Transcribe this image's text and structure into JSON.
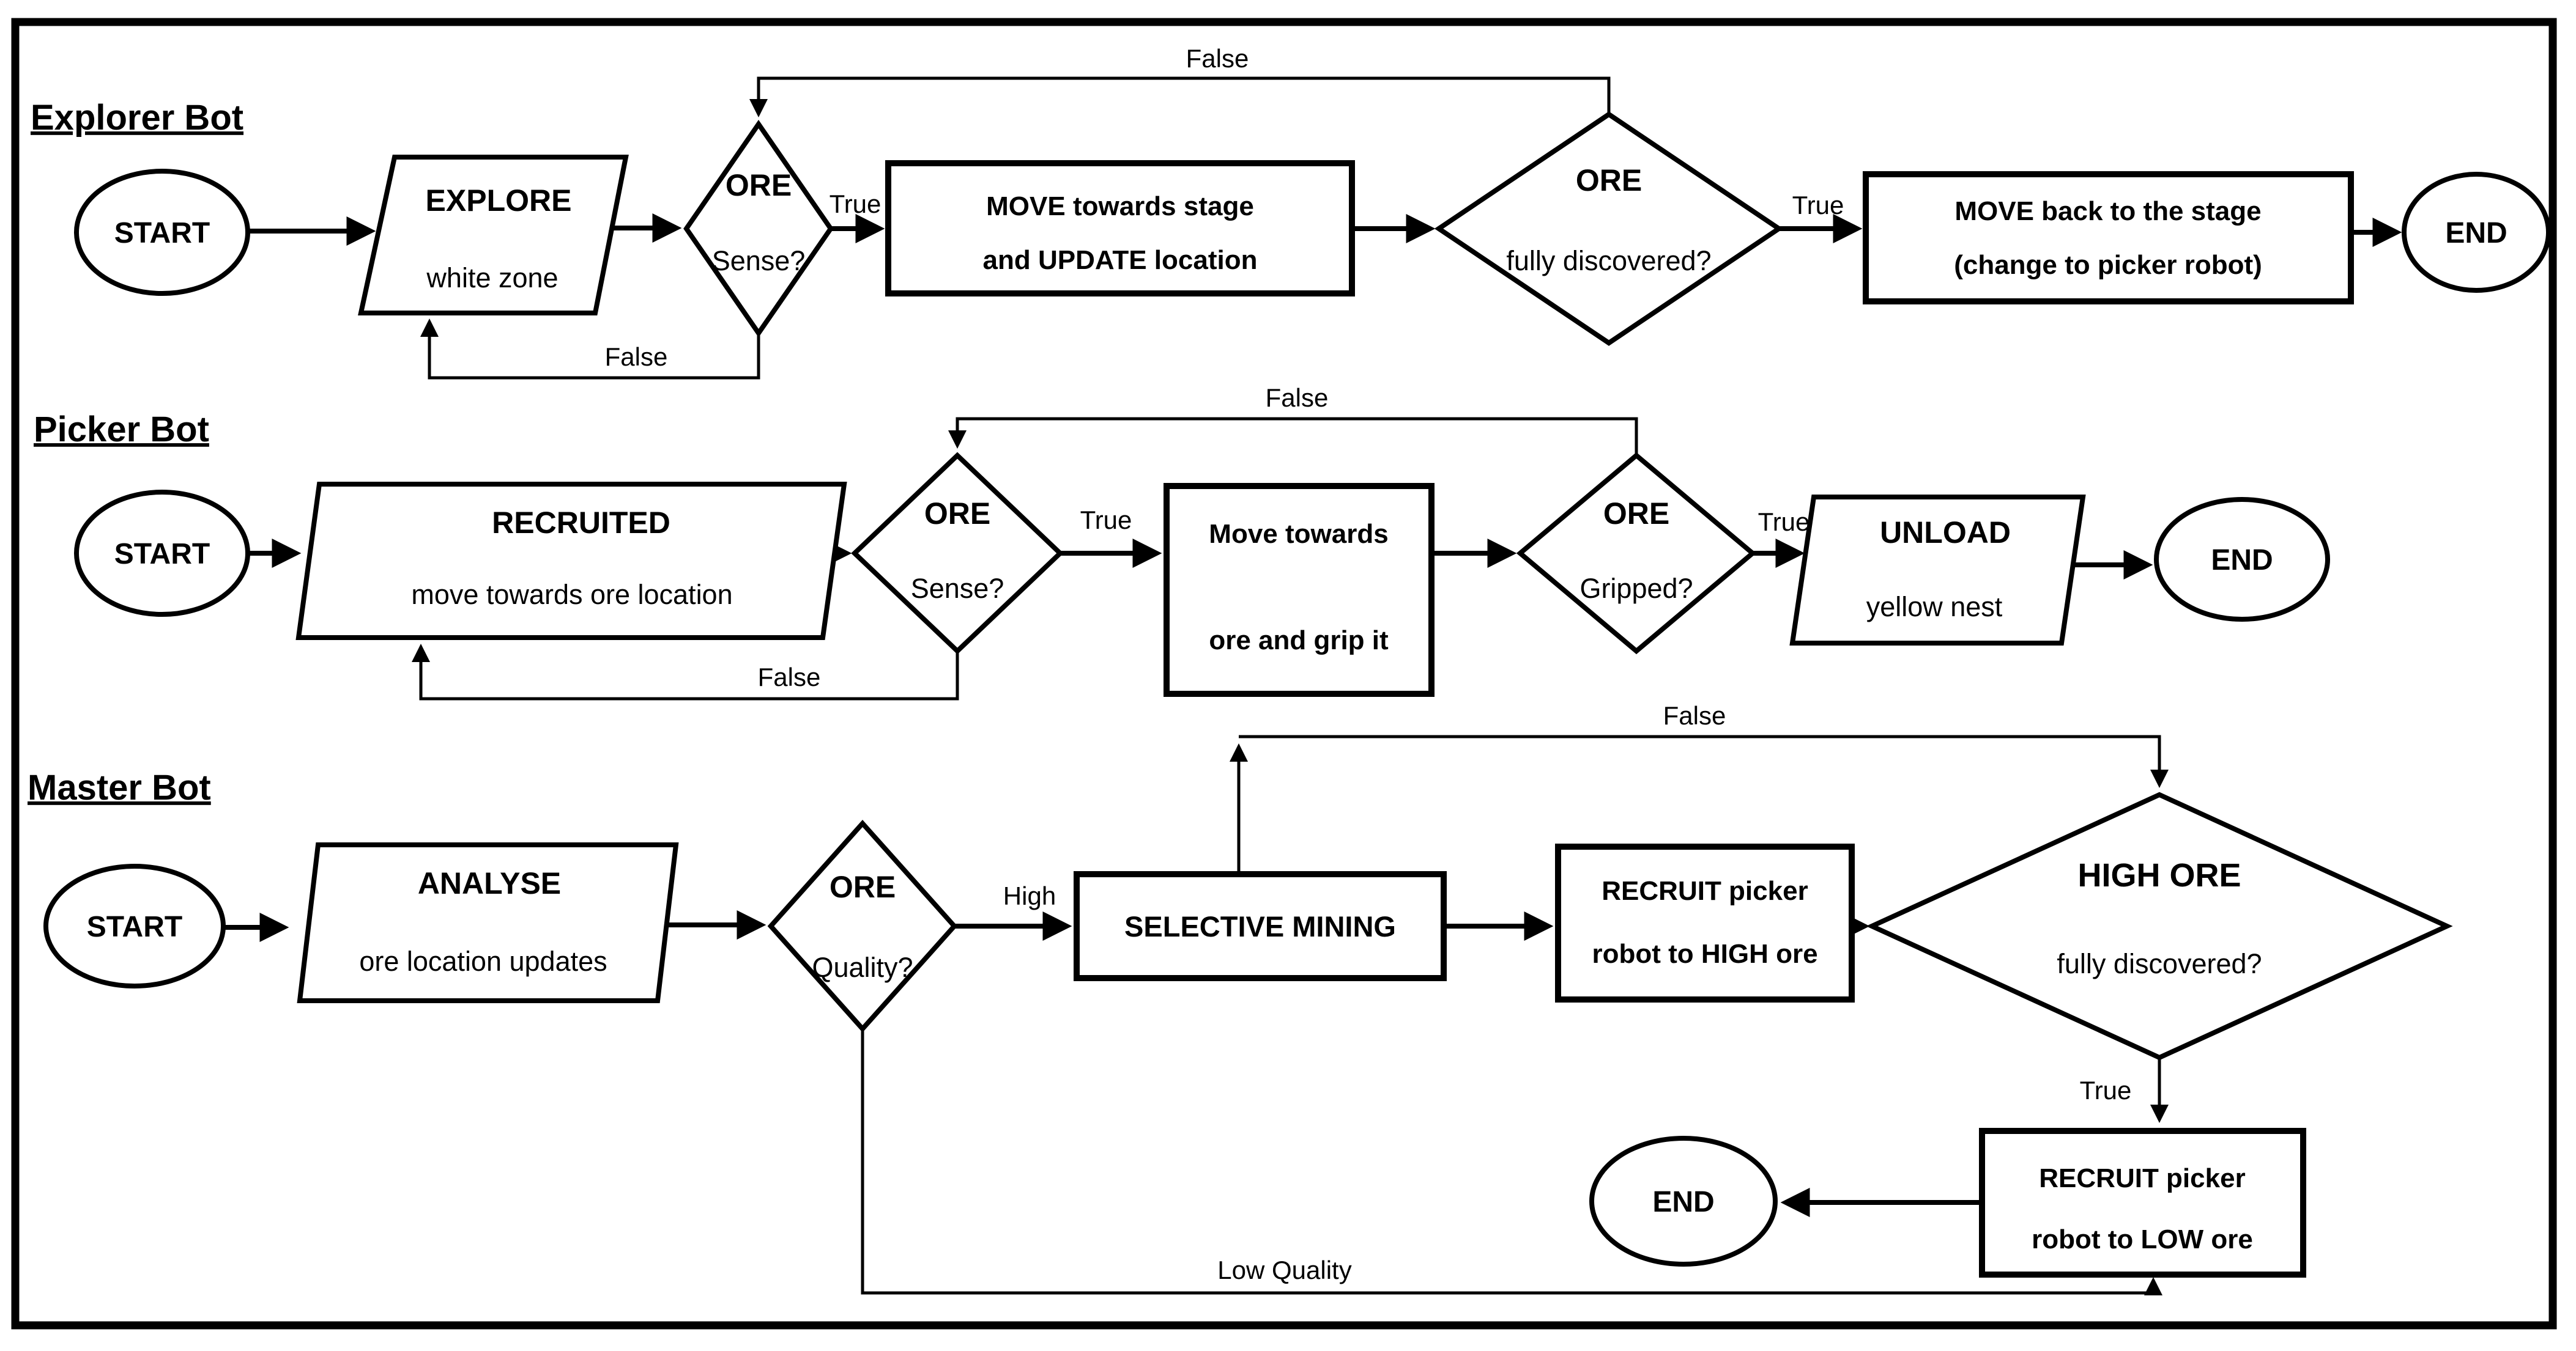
{
  "colors": {
    "ink": "#000000",
    "paper": "#ffffff"
  },
  "explorer": {
    "title": "Explorer Bot",
    "start": "START",
    "explore": {
      "line1": "EXPLORE",
      "line2": "white zone"
    },
    "sense": {
      "line1": "ORE",
      "line2": "Sense?"
    },
    "true1": "True",
    "move_update": {
      "line1": "MOVE towards stage",
      "line2": "and UPDATE location"
    },
    "discovered": {
      "line1": "ORE",
      "line2": "fully discovered?"
    },
    "true2": "True",
    "move_back": {
      "line1": "MOVE back to the stage",
      "line2": "(change to picker robot)"
    },
    "end": "END",
    "false_top": "False",
    "false_bottom": "False"
  },
  "picker": {
    "title": "Picker Bot",
    "start": "START",
    "recruited": {
      "line1": "RECRUITED",
      "line2": "move towards ore location"
    },
    "sense": {
      "line1": "ORE",
      "line2": "Sense?"
    },
    "true1": "True",
    "move_grip": {
      "line1": "Move towards",
      "line2": "ore and grip it"
    },
    "gripped": {
      "line1": "ORE",
      "line2": "Gripped?"
    },
    "true2": "True",
    "unload": {
      "line1": "UNLOAD",
      "line2": "yellow nest"
    },
    "end": "END",
    "false_top": "False",
    "false_bottom": "False"
  },
  "master": {
    "title": "Master Bot",
    "start": "START",
    "analyse": {
      "line1": "ANALYSE",
      "line2": "ore location updates"
    },
    "quality": {
      "line1": "ORE",
      "line2": "Quality?"
    },
    "high": "High",
    "selective": "SELECTIVE MINING",
    "recruit_high": {
      "line1": "RECRUIT picker",
      "line2": "robot to HIGH ore"
    },
    "high_ore": {
      "line1": "HIGH ORE",
      "line2": "fully discovered?"
    },
    "false_label": "False",
    "true_label": "True",
    "recruit_low": {
      "line1": "RECRUIT picker",
      "line2": "robot to LOW ore"
    },
    "end": "END",
    "low_quality": "Low Quality"
  }
}
